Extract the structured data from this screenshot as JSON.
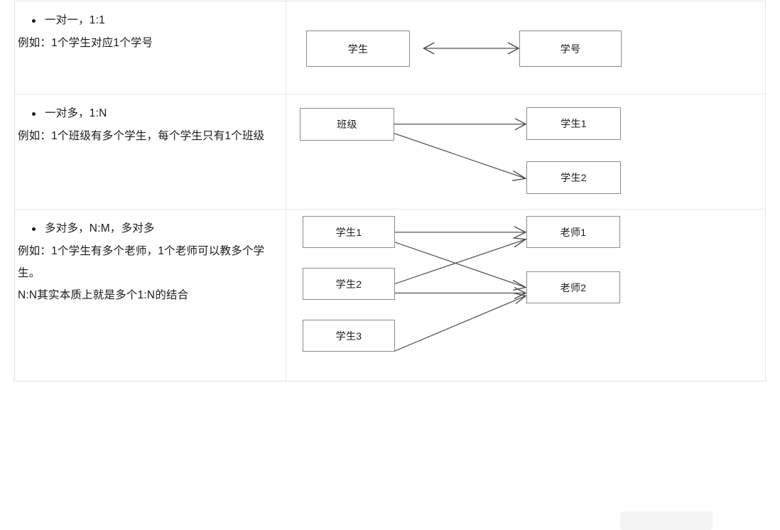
{
  "table": {
    "rows": [
      {
        "id": "one-to-one",
        "bullet": "一对一，1:1",
        "description": "例如：1个学生对应1个学号",
        "diagram": {
          "type": "relationship-diagram",
          "nodes": [
            {
              "id": "n1",
              "label": "学生"
            },
            {
              "id": "n2",
              "label": "学号"
            }
          ],
          "edges": [
            {
              "from": "学生",
              "to": "学号",
              "arrow": "double"
            }
          ]
        }
      },
      {
        "id": "one-to-many",
        "bullet": "一对多，1:N",
        "description": "例如：1个班级有多个学生，每个学生只有1个班级",
        "diagram": {
          "type": "relationship-diagram",
          "nodes": [
            {
              "id": "n1",
              "label": "班级"
            },
            {
              "id": "n2",
              "label": "学生1"
            },
            {
              "id": "n3",
              "label": "学生2"
            }
          ],
          "edges": [
            {
              "from": "班级",
              "to": "学生1",
              "arrow": "single"
            },
            {
              "from": "班级",
              "to": "学生2",
              "arrow": "single"
            }
          ]
        }
      },
      {
        "id": "many-to-many",
        "bullet": "多对多，N:M，多对多",
        "description": "例如：1个学生有多个老师，1个老师可以教多个学生。",
        "description2": "N:N其实本质上就是多个1:N的结合",
        "diagram": {
          "type": "relationship-diagram",
          "nodes": [
            {
              "id": "n1",
              "label": "学生1"
            },
            {
              "id": "n2",
              "label": "学生2"
            },
            {
              "id": "n3",
              "label": "学生3"
            },
            {
              "id": "n4",
              "label": "老师1"
            },
            {
              "id": "n5",
              "label": "老师2"
            }
          ],
          "edges": [
            {
              "from": "学生1",
              "to": "老师1",
              "arrow": "single"
            },
            {
              "from": "学生1",
              "to": "老师2",
              "arrow": "single"
            },
            {
              "from": "学生2",
              "to": "老师1",
              "arrow": "single"
            },
            {
              "from": "学生2",
              "to": "老师2",
              "arrow": "single"
            },
            {
              "from": "学生3",
              "to": "老师2",
              "arrow": "single"
            }
          ]
        }
      }
    ]
  },
  "colors": {
    "box_border": "#8b8b8b",
    "edge": "#555555",
    "table_border": "#e3e3e3",
    "text": "#1a1a1a"
  }
}
